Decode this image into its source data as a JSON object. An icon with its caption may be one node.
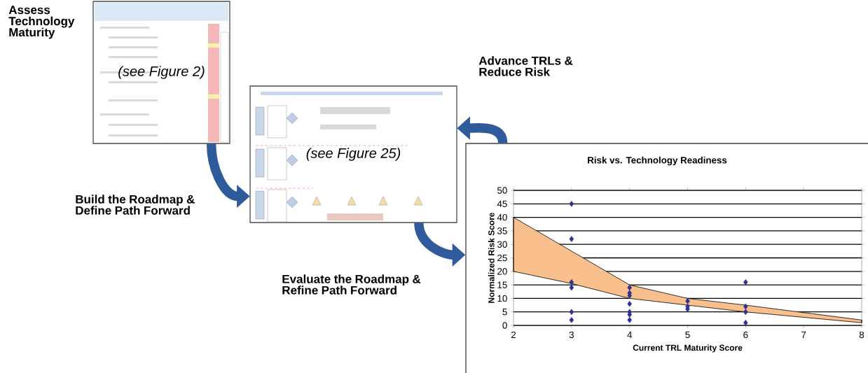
{
  "diagram": {
    "nodes": [
      {
        "text": [
          "(see Figure 2)"
        ],
        "beside": [
          "Assess Technology Maturity"
        ]
      },
      {
        "text": [
          "(see Figure 25)"
        ]
      },
      {
        "text": [],
        "shape": "box"
      }
    ],
    "edges": [
      {
        "from": 0,
        "to": 1,
        "arrow": "to",
        "label": "Build the Roadmap & Define Path Forward"
      },
      {
        "from": 1,
        "to": 2,
        "arrow": "to",
        "label": "Evaluate the Roadmap & Refine Path Forward"
      },
      {
        "from": 2,
        "to": 1,
        "arrow": "to",
        "label": "Advance TRLs & Reduce Risk"
      }
    ],
    "chart_data": {
      "type": "scatter",
      "title": "Risk vs. Technology Readiness",
      "xlabel": "Current TRL Maturity Score",
      "ylabel": "Normalized Risk Score",
      "series": [
        {
          "type": "area",
          "color": "#f9c08e",
          "x": [
            2,
            4,
            5,
            6,
            8
          ],
          "values": [
            40,
            15,
            10,
            7.5,
            2
          ]
        },
        {
          "type": "line",
          "color": "#000000",
          "x": [
            2,
            3,
            4,
            5,
            6,
            8
          ],
          "values": [
            20,
            15.5,
            10,
            7.5,
            5,
            1
          ]
        },
        {
          "color": "#2e3192",
          "x": [
            3,
            3,
            3,
            3,
            3,
            3,
            4,
            4,
            4,
            4,
            4,
            4,
            4,
            5,
            5,
            5,
            6,
            6,
            6,
            6
          ],
          "values": [
            45,
            32,
            16,
            14,
            5,
            2,
            14,
            12,
            11,
            8,
            5,
            4,
            2,
            9,
            7,
            6,
            16,
            7,
            5,
            1
          ]
        }
      ],
      "grid": "y",
      "xlim": [
        2,
        8
      ],
      "ylim": [
        0,
        50
      ],
      "xticks": [
        2,
        3,
        4,
        5,
        6,
        7,
        8
      ],
      "yticks": [
        0,
        5,
        10,
        15,
        20,
        25,
        30,
        35,
        40,
        45,
        50
      ]
    }
  }
}
